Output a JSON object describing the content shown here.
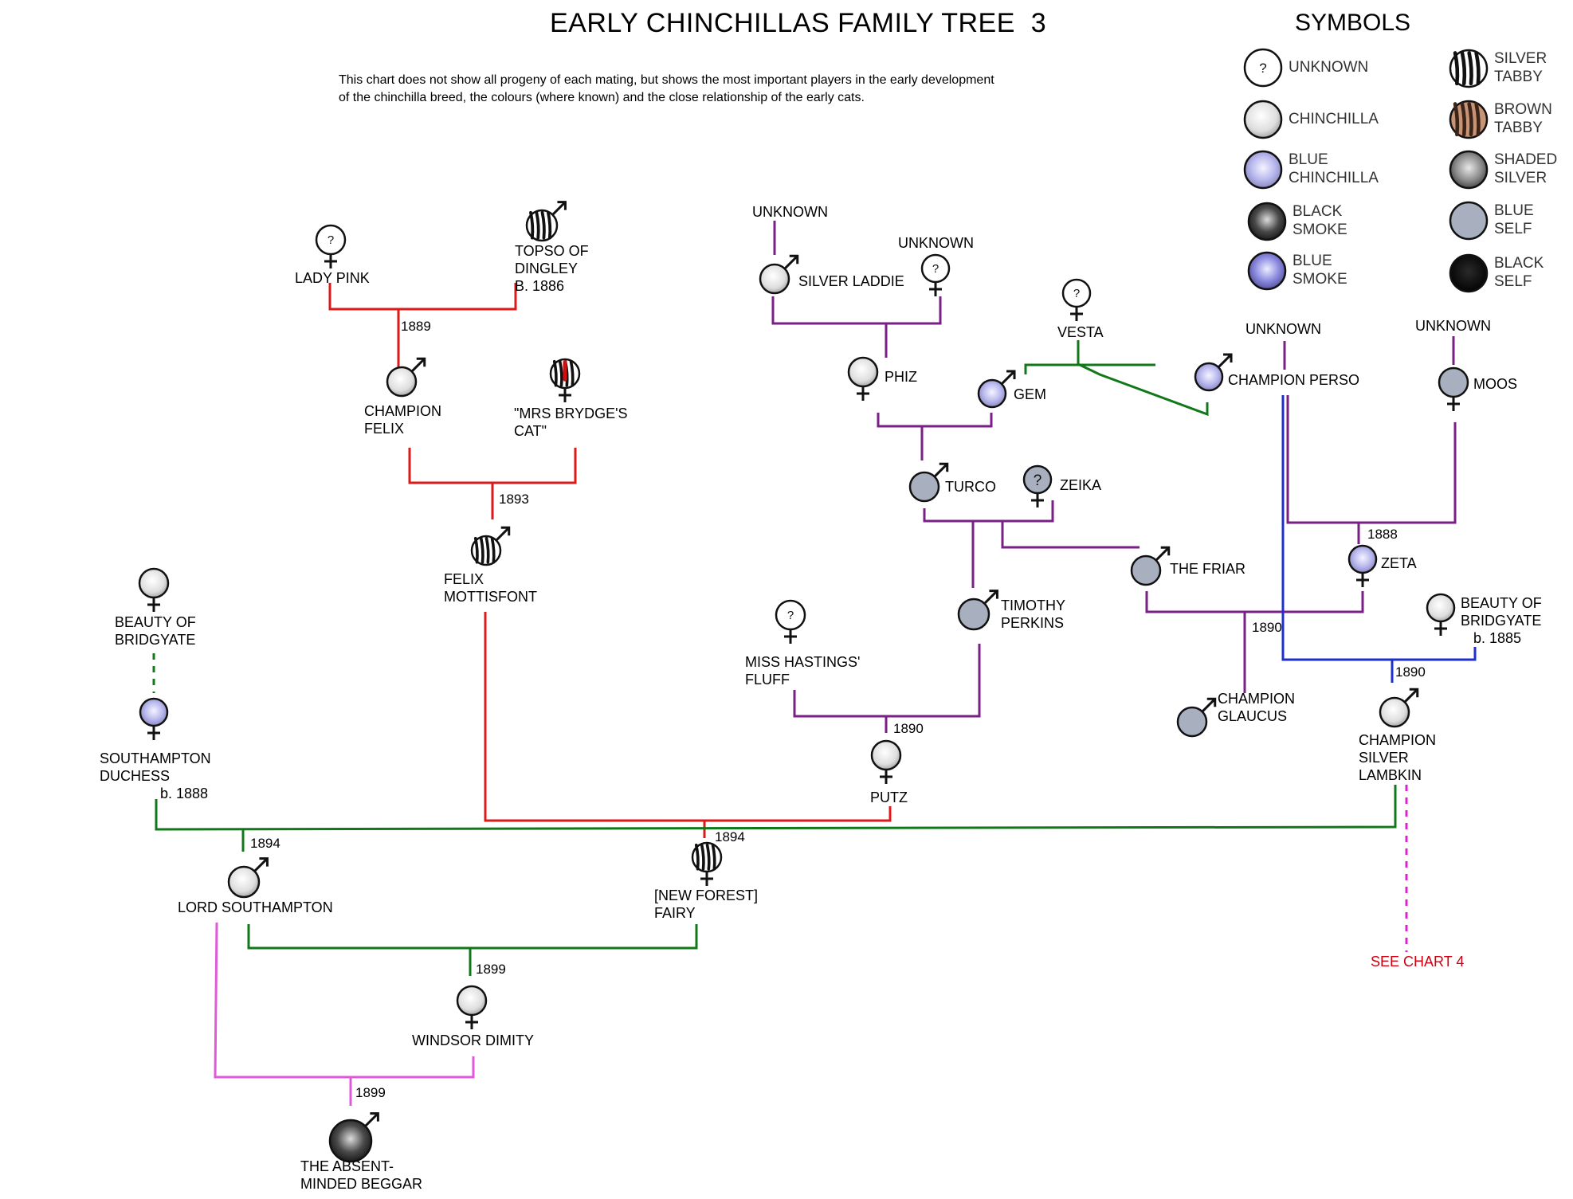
{
  "title": "EARLY CHINCHILLAS FAMILY TREE",
  "chart_number": "3",
  "description": [
    "This chart does not show all progeny of each mating, but shows the most important players in the early development",
    "of the chinchilla breed, the colours (where known) and the close relationship of the early cats."
  ],
  "symbols": {
    "heading": "SYMBOLS",
    "items": [
      {
        "id": "unknown",
        "label": [
          "UNKNOWN"
        ]
      },
      {
        "id": "chinchilla",
        "label": [
          "CHINCHILLA"
        ]
      },
      {
        "id": "blue-chinchilla",
        "label": [
          "BLUE",
          "CHINCHILLA"
        ]
      },
      {
        "id": "black-smoke",
        "label": [
          "BLACK",
          "SMOKE"
        ]
      },
      {
        "id": "blue-smoke",
        "label": [
          "BLUE",
          "SMOKE"
        ]
      },
      {
        "id": "silver-tabby",
        "label": [
          "SILVER",
          "TABBY"
        ]
      },
      {
        "id": "brown-tabby",
        "label": [
          "BROWN",
          "TABBY"
        ]
      },
      {
        "id": "shaded-silver",
        "label": [
          "SHADED",
          "SILVER"
        ]
      },
      {
        "id": "blue-self",
        "label": [
          "BLUE",
          "SELF"
        ]
      },
      {
        "id": "black-self",
        "label": [
          "BLACK",
          "SELF"
        ]
      }
    ]
  },
  "cats": [
    {
      "id": "lady-pink",
      "name": [
        "LADY PINK"
      ],
      "sex": "female",
      "colour": "unknown"
    },
    {
      "id": "topso",
      "name": [
        "TOPSO OF",
        "DINGLEY",
        "B. 1886"
      ],
      "sex": "male",
      "colour": "silver-tabby"
    },
    {
      "id": "champion-felix",
      "name": [
        "CHAMPION",
        "FELIX"
      ],
      "sex": "male",
      "colour": "chinchilla"
    },
    {
      "id": "mrs-brydge",
      "name": [
        "\"MRS BRYDGE'S",
        "CAT\""
      ],
      "sex": "female",
      "colour": "silver-tabby-red"
    },
    {
      "id": "felix-mottisfont",
      "name": [
        "FELIX",
        "MOTTISFONT"
      ],
      "sex": "male",
      "colour": "silver-tabby"
    },
    {
      "id": "unknown-a",
      "name": [
        "UNKNOWN"
      ],
      "sex": "none",
      "colour": "none"
    },
    {
      "id": "silver-laddie",
      "name": [
        "SILVER LADDIE"
      ],
      "sex": "male",
      "colour": "chinchilla"
    },
    {
      "id": "unknown-b",
      "name": [
        "UNKNOWN"
      ],
      "sex": "female",
      "colour": "unknown"
    },
    {
      "id": "vesta",
      "name": [
        "VESTA"
      ],
      "sex": "female",
      "colour": "unknown"
    },
    {
      "id": "phiz",
      "name": [
        "PHIZ"
      ],
      "sex": "female",
      "colour": "chinchilla"
    },
    {
      "id": "gem",
      "name": [
        "GEM"
      ],
      "sex": "male",
      "colour": "blue-chinchilla"
    },
    {
      "id": "unknown-c",
      "name": [
        "UNKNOWN"
      ],
      "sex": "none",
      "colour": "none"
    },
    {
      "id": "champion-perso",
      "name": [
        "CHAMPION PERSO"
      ],
      "sex": "male",
      "colour": "blue-chinchilla"
    },
    {
      "id": "unknown-d",
      "name": [
        "UNKNOWN"
      ],
      "sex": "none",
      "colour": "none"
    },
    {
      "id": "moos",
      "name": [
        "MOOS"
      ],
      "sex": "female",
      "colour": "blue-self"
    },
    {
      "id": "turco",
      "name": [
        "TURCO"
      ],
      "sex": "male",
      "colour": "blue-self"
    },
    {
      "id": "zeika",
      "name": [
        "ZEIKA"
      ],
      "sex": "female",
      "colour": "unknown-blue"
    },
    {
      "id": "the-friar",
      "name": [
        "THE FRIAR"
      ],
      "sex": "male",
      "colour": "blue-self"
    },
    {
      "id": "zeta",
      "name": [
        "ZETA"
      ],
      "sex": "female",
      "colour": "blue-chinchilla"
    },
    {
      "id": "timothy-perkins",
      "name": [
        "TIMOTHY",
        "PERKINS"
      ],
      "sex": "male",
      "colour": "blue-self"
    },
    {
      "id": "miss-hastings",
      "name": [
        "MISS HASTINGS'",
        "FLUFF"
      ],
      "sex": "female",
      "colour": "unknown"
    },
    {
      "id": "putz",
      "name": [
        "PUTZ"
      ],
      "sex": "female",
      "colour": "chinchilla"
    },
    {
      "id": "champion-glaucus",
      "name": [
        "CHAMPION",
        "GLAUCUS"
      ],
      "sex": "male",
      "colour": "blue-self"
    },
    {
      "id": "beauty-bridgyate-r",
      "name": [
        "BEAUTY OF",
        "BRIDGYATE",
        "b. 1885"
      ],
      "sex": "female",
      "colour": "chinchilla"
    },
    {
      "id": "champion-silver-lambkin",
      "name": [
        "CHAMPION",
        "SILVER",
        "LAMBKIN"
      ],
      "sex": "male",
      "colour": "chinchilla"
    },
    {
      "id": "beauty-bridgyate-l",
      "name": [
        "BEAUTY OF",
        "BRIDGYATE"
      ],
      "sex": "female",
      "colour": "chinchilla"
    },
    {
      "id": "southampton-duchess",
      "name": [
        "SOUTHAMPTON",
        "DUCHESS",
        "b. 1888"
      ],
      "sex": "female",
      "colour": "blue-chinchilla"
    },
    {
      "id": "lord-southampton",
      "name": [
        "LORD SOUTHAMPTON"
      ],
      "sex": "male",
      "colour": "chinchilla"
    },
    {
      "id": "new-forest-fairy",
      "name": [
        "[NEW FOREST]",
        "FAIRY"
      ],
      "sex": "female",
      "colour": "silver-tabby"
    },
    {
      "id": "windsor-dimity",
      "name": [
        "WINDSOR DIMITY"
      ],
      "sex": "female",
      "colour": "chinchilla"
    },
    {
      "id": "absent-minded-beggar",
      "name": [
        "THE ABSENT-",
        "MINDED BEGGAR"
      ],
      "sex": "male",
      "colour": "black-smoke"
    }
  ],
  "years": {
    "y1889": "1889",
    "y1893": "1893",
    "y1888": "1888",
    "y1890a": "1890",
    "y1890b": "1890",
    "y1890c": "1890",
    "y1894a": "1894",
    "y1894b": "1894",
    "y1899a": "1899",
    "y1899b": "1899"
  },
  "see_chart": "SEE CHART 4",
  "line_colors": {
    "red": "#dd1a1a",
    "purple": "#7a1f86",
    "green": "#11781a",
    "blue": "#1e2fcc",
    "pink": "#e05ad8",
    "magenta": "#e020d0"
  },
  "symbol_colors": {
    "chinchilla": "#e4e4e4",
    "blue-chinchilla": "#c8c8f4",
    "black-smoke": "#333333",
    "blue-smoke": "#9a98e0",
    "silver-tabby": "#ffffff",
    "brown-tabby": "#c89476",
    "shaded-silver": "#777777",
    "blue-self": "#a8afbe",
    "black-self": "#050505"
  }
}
